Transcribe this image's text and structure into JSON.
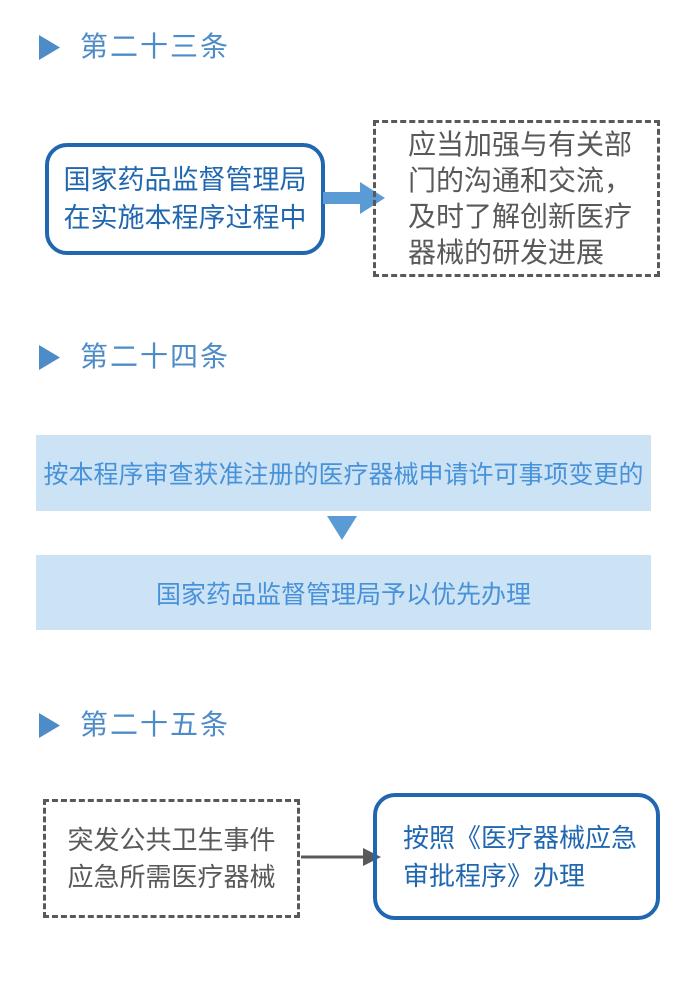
{
  "colors": {
    "heading_blue": "#4E8CC8",
    "box_blue": "#2067B0",
    "arrow_blue": "#5B9BD5",
    "bar_bg": "#CCE3F5",
    "bar_text": "#4792D9",
    "gray": "#58595B",
    "page_bg": "#ffffff"
  },
  "sections": [
    {
      "id": "article-23",
      "heading": "第二十三条",
      "flow": {
        "source": "国家药品监督管理局\n在实施本程序过程中",
        "target": "应当加强与有关部\n门的沟通和交流，\n及时了解创新医疗\n器械的研发进展"
      }
    },
    {
      "id": "article-24",
      "heading": "第二十四条",
      "steps": [
        "按本程序审查获准注册的医疗器械申请许可事项变更的",
        "国家药品监督管理局予以优先办理"
      ]
    },
    {
      "id": "article-25",
      "heading": "第二十五条",
      "flow": {
        "source": "突发公共卫生事件\n应急所需医疗器械",
        "target": "按照《医疗器械应急\n审批程序》办理"
      }
    }
  ]
}
